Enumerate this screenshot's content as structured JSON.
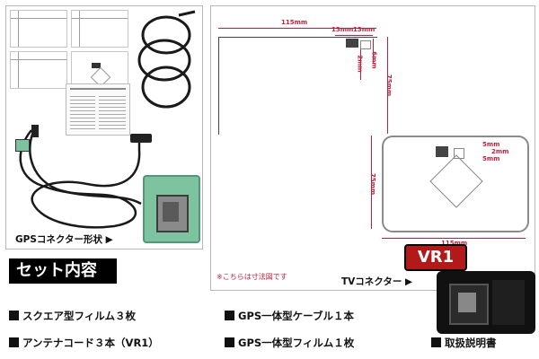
{
  "left_panel": {
    "gps_connector_label": "GPSコネクター形状"
  },
  "right_panel": {
    "top_antenna": {
      "width_label": "115mm",
      "gap1_label": "13mm",
      "gap2_label": "13mm",
      "height_label": "75mm",
      "dim_2mm": "2mm",
      "dim_6mm": "6mm"
    },
    "bottom_antenna": {
      "width_label": "115mm",
      "height_label": "75mm",
      "dim_5mm_a": "5mm",
      "dim_2mm": "2mm",
      "dim_5mm_b": "5mm"
    },
    "note": "※こちらは寸法図です"
  },
  "set_contents": {
    "title": "セット内容",
    "tv_connector_label": "TVコネクター",
    "vr1_badge": "VR1",
    "items": [
      "スクエア型フィルム３枚",
      "GPS一体型ケーブル１本",
      "アンテナコード３本（VR1）",
      "GPS一体型フィルム１枚",
      "取扱説明書"
    ]
  },
  "colors": {
    "dimension_red": "#c0203a",
    "connector_green": "#7ec3a0",
    "panel_border": "#b8b8b8"
  }
}
